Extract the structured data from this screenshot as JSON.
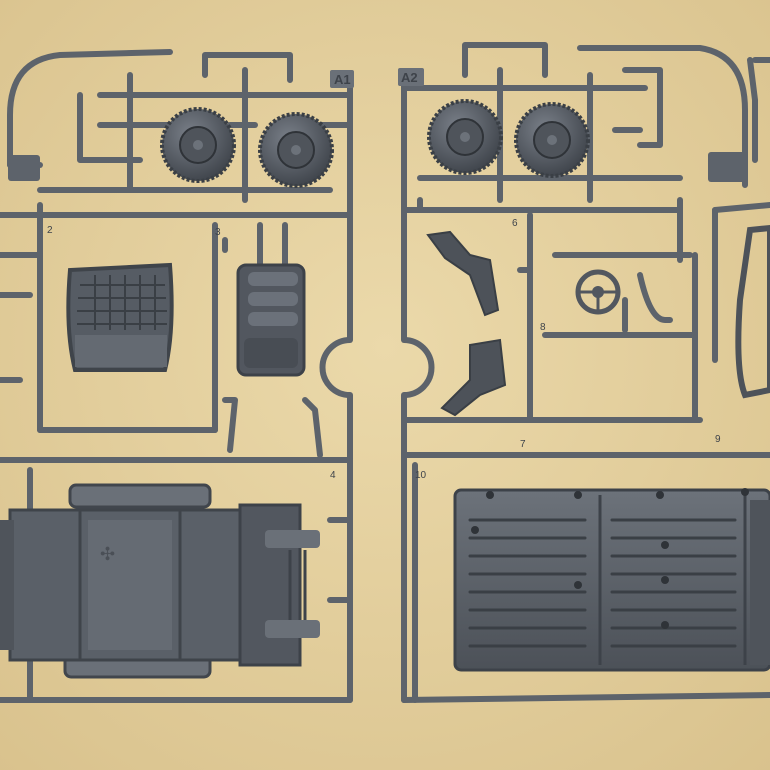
{
  "photo": {
    "colors": {
      "background": "#e6d3a2",
      "plastic": "#5d636b",
      "plastic_dark": "#40454c",
      "plastic_light": "#7d838b"
    },
    "frame_left": {
      "code": "A1",
      "part_numbers": [
        "2",
        "3",
        "4"
      ]
    },
    "frame_right": {
      "code": "A2",
      "part_numbers": [
        "6",
        "8",
        "7",
        "9",
        "10"
      ]
    }
  }
}
